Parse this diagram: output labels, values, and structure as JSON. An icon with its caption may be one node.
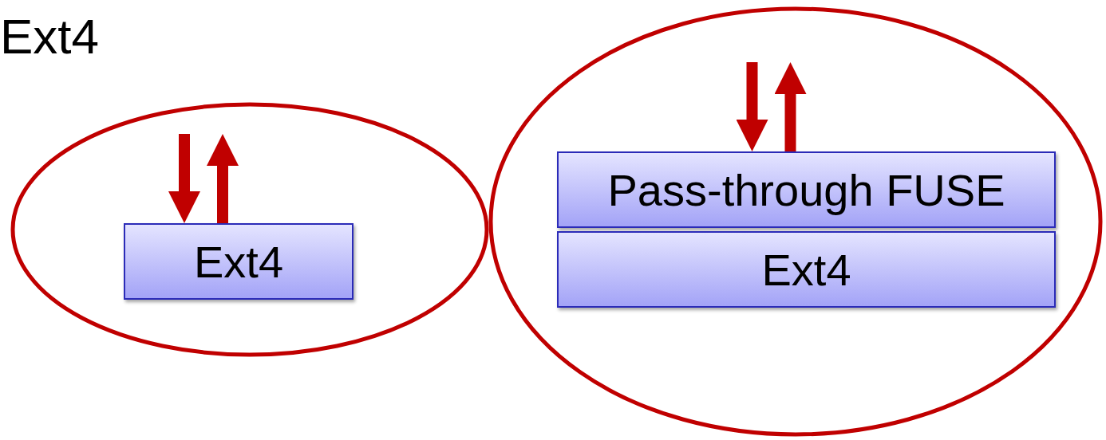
{
  "diagram": {
    "nodes": [
      {
        "text": [],
        "shape": "ellipse"
      },
      {
        "text": [
          "Ext4"
        ],
        "in": 0
      },
      {
        "text": [],
        "shape": "ellipse"
      },
      {
        "text": [
          "Pass-through FUSE"
        ],
        "in": 2
      },
      {
        "text": [
          "Ext4"
        ],
        "in": 2
      }
    ],
    "edges": [
      {
        "from": null,
        "to": 1,
        "arrow": "to"
      },
      {
        "from": 1,
        "to": null,
        "arrow": "to"
      },
      {
        "from": null,
        "to": 3,
        "arrow": "to"
      },
      {
        "from": 3,
        "to": null,
        "arrow": "to"
      }
    ],
    "labels": [
      "Ext4"
    ]
  }
}
